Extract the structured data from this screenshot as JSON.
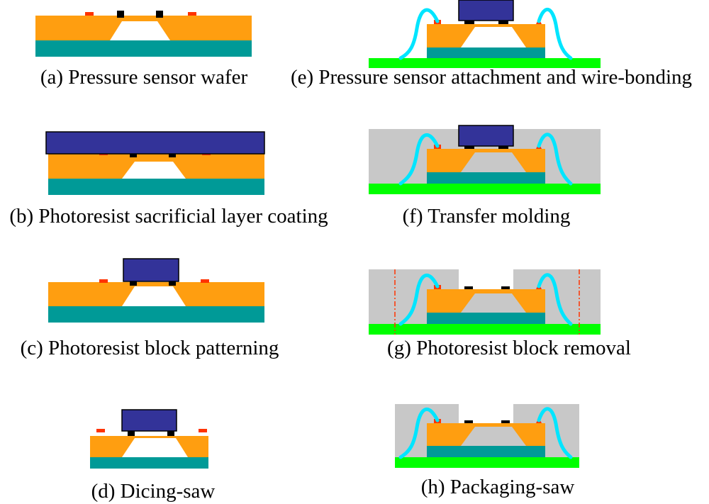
{
  "colors": {
    "silicon": "#FF9E10",
    "glass": "#009A97",
    "photoresist": "#333399",
    "pad": "#FF3300",
    "contact": "#000000",
    "pcb": "#00FF00",
    "wire": "#00E5FF",
    "mold": "#C8C8C8",
    "saw_line": "#FF3300"
  },
  "captions": {
    "a": "(a) Pressure sensor wafer",
    "b": "(b) Photoresist sacrificial layer coating",
    "c": "(c) Photoresist block patterning",
    "d": "(d) Dicing-saw",
    "e": "(e) Pressure sensor attachment and wire-bonding",
    "f": "(f) Transfer molding",
    "g": "(g) Photoresist block removal",
    "h": "(h) Packaging-saw"
  }
}
